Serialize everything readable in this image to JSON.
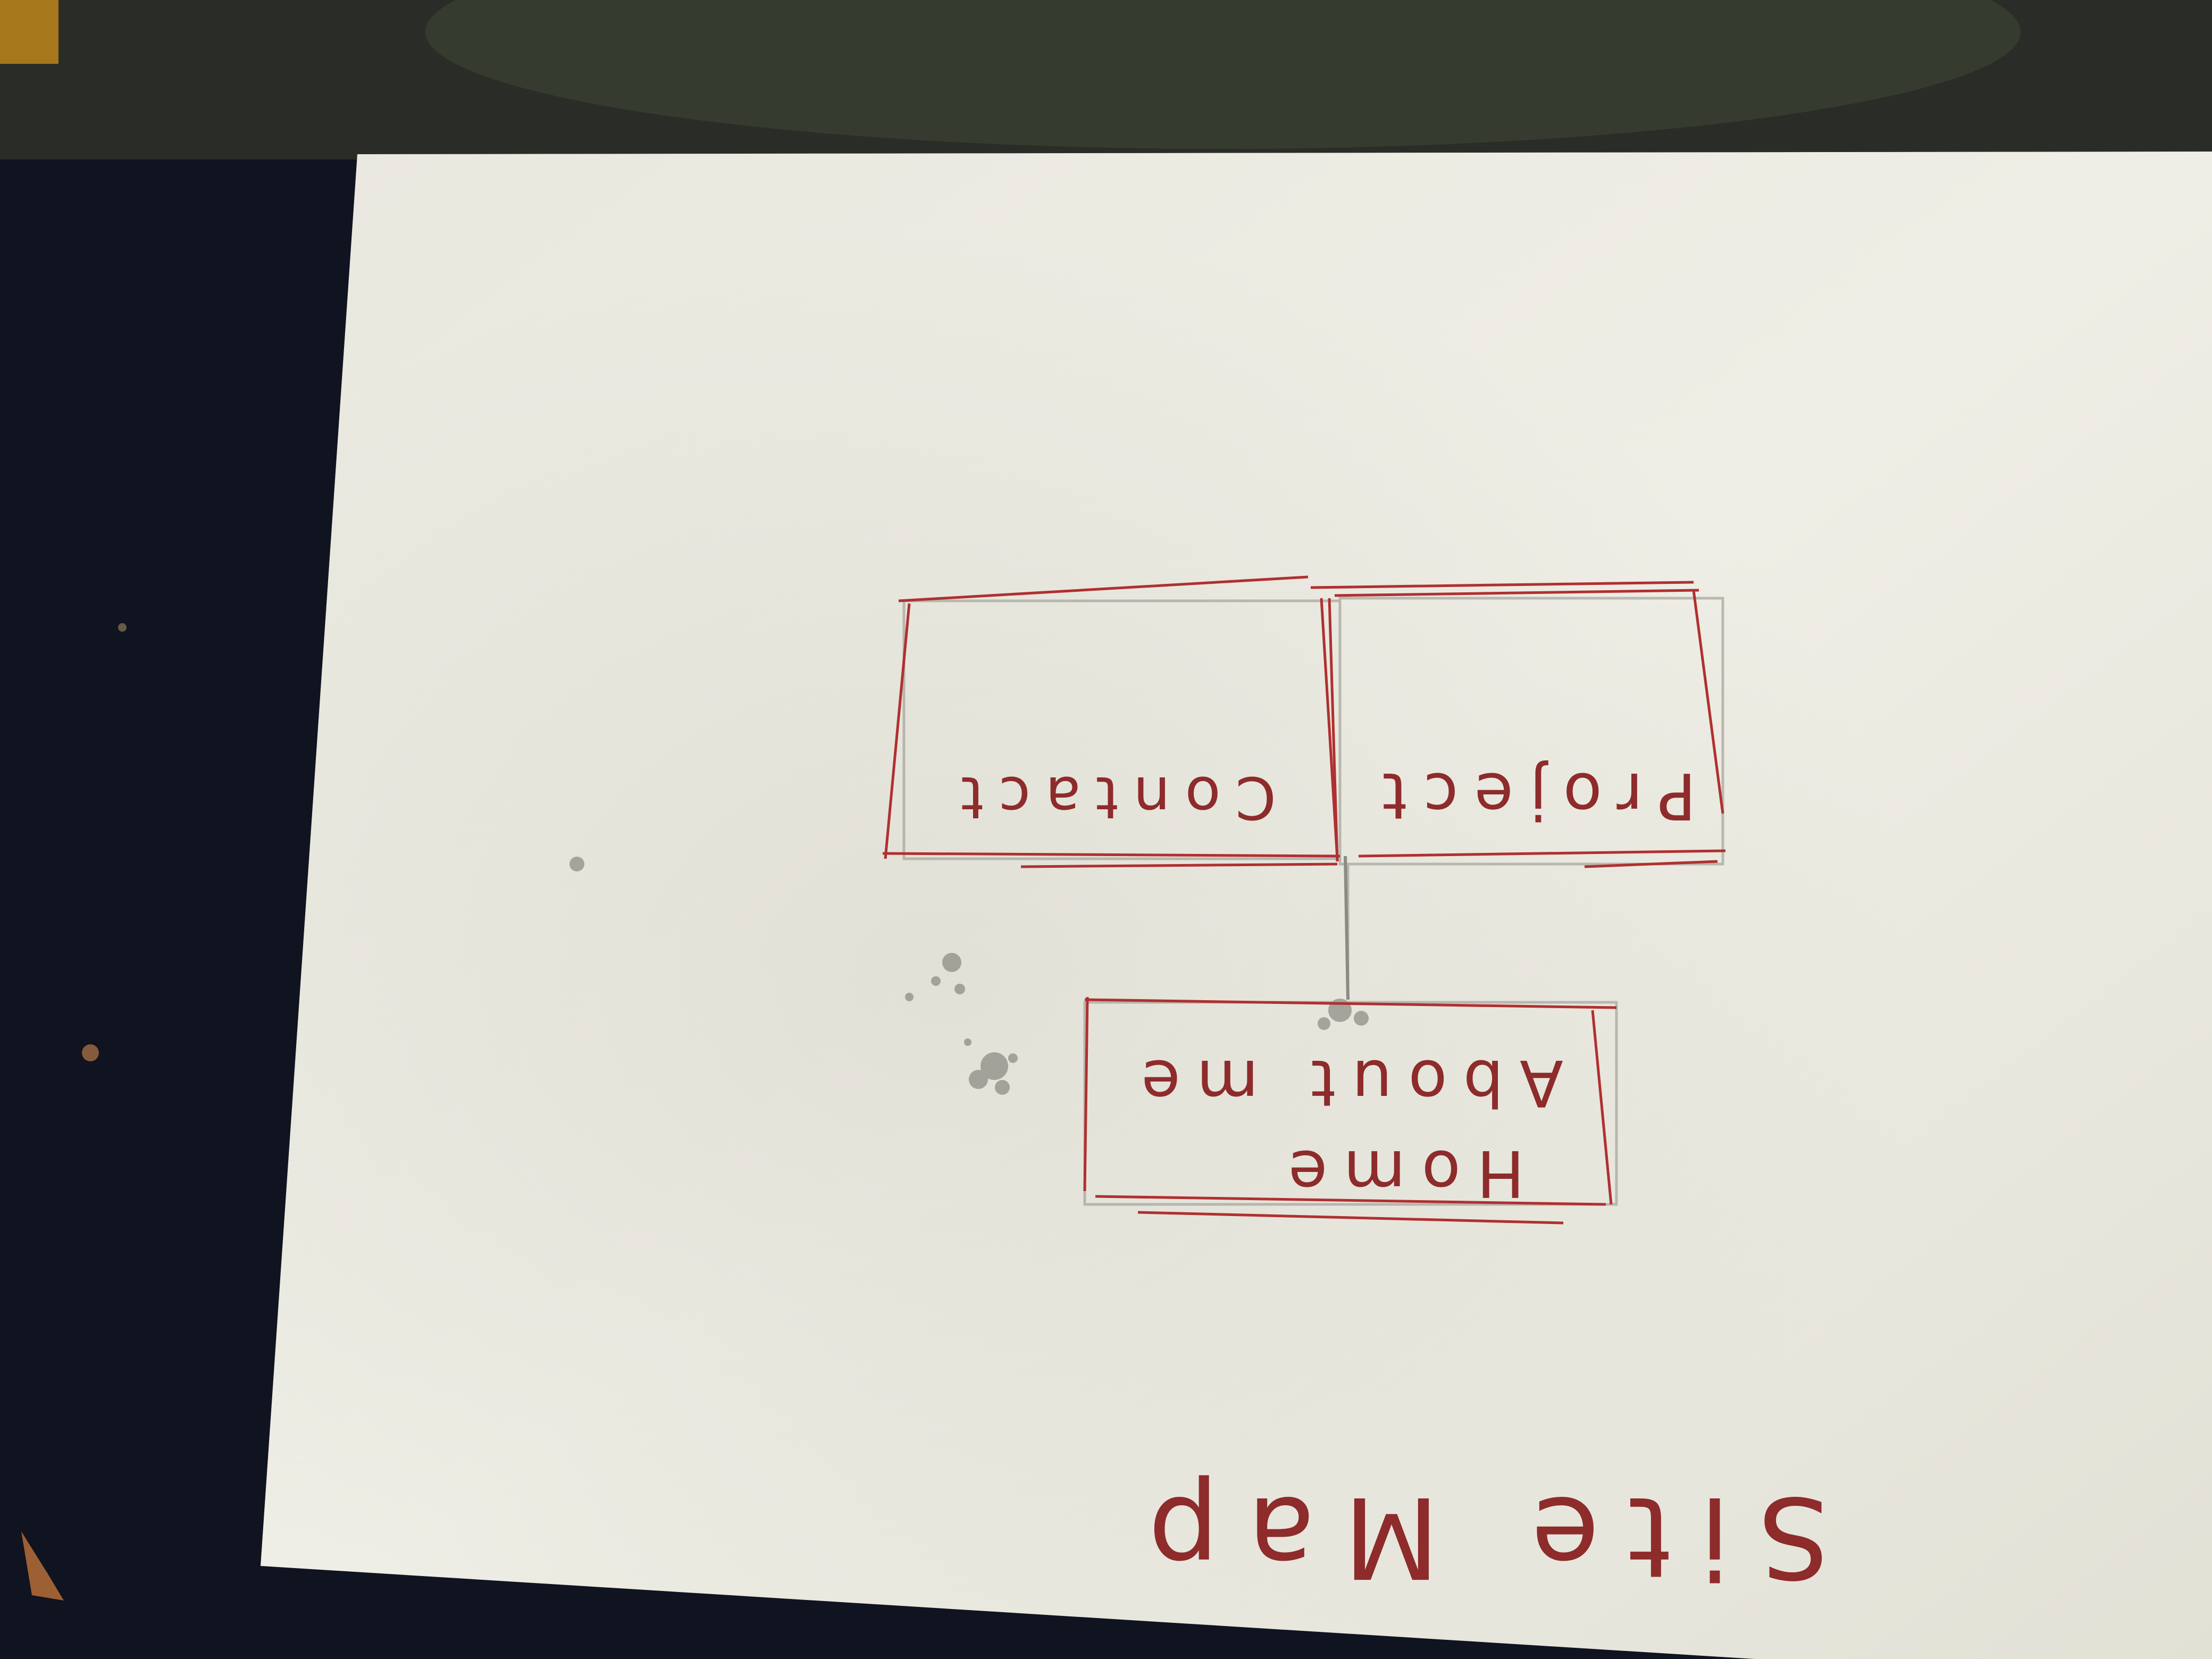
{
  "sketch": {
    "title": "Site Map",
    "home_box": {
      "line1": "Home",
      "line2": "About me"
    },
    "child_boxes": [
      {
        "label": "Contact"
      },
      {
        "label": "Project"
      }
    ]
  },
  "colors": {
    "ink": "#8e2b2b",
    "pencil": "#9a9a9a",
    "paper": "#efeee4",
    "background": "#141620"
  }
}
